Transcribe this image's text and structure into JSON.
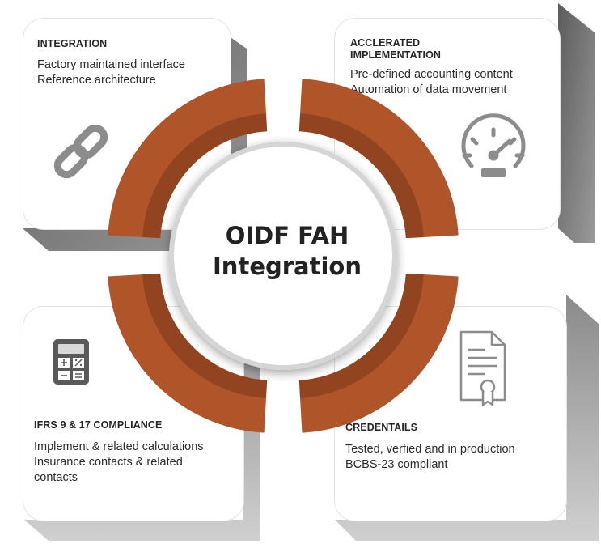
{
  "center": {
    "line1": "OIDF FAH",
    "line2": "Integration"
  },
  "cards": {
    "integration": {
      "title": "INTEGRATION",
      "lines": [
        "Factory maintained interface",
        "Reference architecture"
      ],
      "icon": "chain-link-icon"
    },
    "implementation": {
      "title_line1": "ACCLERATED",
      "title_line2": "IMPLEMENTATION",
      "lines": [
        "Pre-defined accounting content",
        "Automation of data movement"
      ],
      "icon": "speedometer-icon"
    },
    "compliance": {
      "title": "IFRS 9 & 17 COMPLIANCE",
      "lines": [
        "Implement & related calculations",
        "Insurance contacts & related",
        "contacts"
      ],
      "icon": "calculator-icon"
    },
    "credentials": {
      "title": "CREDENTAILS",
      "lines": [
        "Tested, verfied and in production",
        "BCBS-23 compliant"
      ],
      "icon": "certificate-icon"
    }
  },
  "colors": {
    "ring": "#b0542a",
    "ring_dark": "#7a3415",
    "icon_gray": "#8c8c8c",
    "shadow": "#7a7a7a"
  }
}
